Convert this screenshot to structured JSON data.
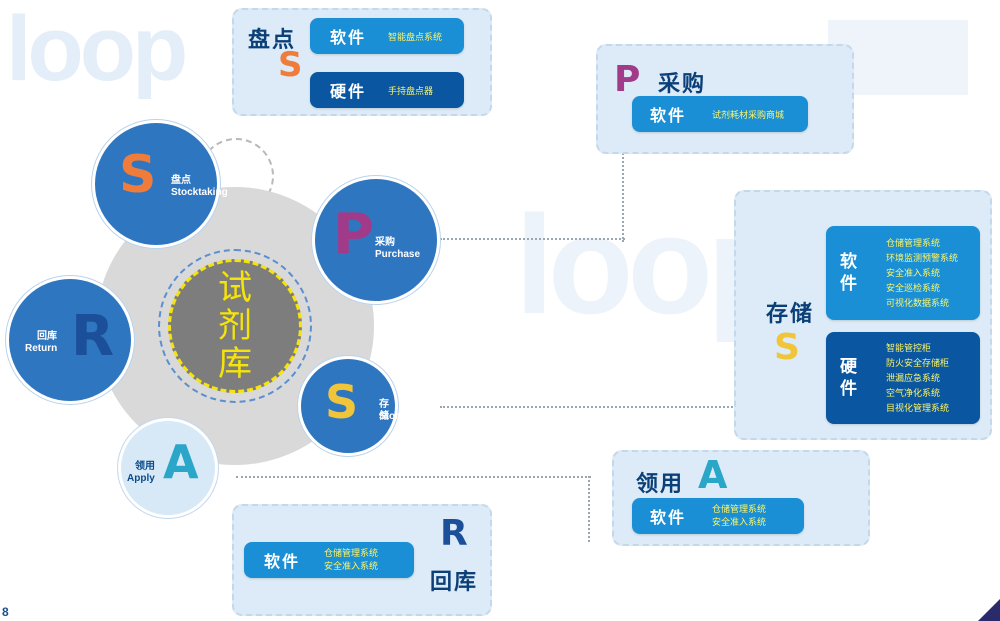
{
  "hub": {
    "label": "试剂库"
  },
  "nodes": {
    "stocktaking": {
      "cn": "盘点",
      "en": "Stocktaking",
      "letter": "S"
    },
    "purchase": {
      "cn": "采购",
      "en": "Purchase",
      "letter": "P"
    },
    "return": {
      "cn": "回库",
      "en": "Return",
      "letter": "R"
    },
    "store": {
      "cn": "存储",
      "en": "Store",
      "letter": "S"
    },
    "apply": {
      "cn": "领用",
      "en": "Apply",
      "letter": "A"
    }
  },
  "panels": {
    "stocktaking": {
      "title": "盘点",
      "letter": "S",
      "software": {
        "label": "软件",
        "items": [
          "智能盘点系统"
        ]
      },
      "hardware": {
        "label": "硬件",
        "items": [
          "手持盘点器"
        ]
      }
    },
    "purchase": {
      "title": "采购",
      "letter": "P",
      "software": {
        "label": "软件",
        "items": [
          "试剂耗材采购商城"
        ]
      }
    },
    "store": {
      "title": "存储",
      "letter": "S",
      "software": {
        "label": "软件",
        "items": [
          "仓储管理系统",
          "环境监测预警系统",
          "安全准入系统",
          "安全巡检系统",
          "可视化数据系统"
        ]
      },
      "hardware": {
        "label": "硬件",
        "items": [
          "智能管控柜",
          "防火安全存储柜",
          "泄漏应急系统",
          "空气净化系统",
          "目视化管理系统"
        ]
      }
    },
    "apply": {
      "title": "领用",
      "letter": "A",
      "software": {
        "label": "软件",
        "items": [
          "仓储管理系统",
          "安全准入系统"
        ]
      }
    },
    "return": {
      "title": "回库",
      "letter": "R",
      "software": {
        "label": "软件",
        "items": [
          "仓储管理系统",
          "安全准入系统"
        ]
      }
    }
  },
  "page_number": "8",
  "colors": {
    "navy": "#0b3f78",
    "pill_light": "#1a8fd6",
    "pill_dark": "#0a56a0",
    "highlight_yellow": "#fff566",
    "circle_blue": "#2f76c0",
    "hub_grey": "#7d7d7d"
  }
}
